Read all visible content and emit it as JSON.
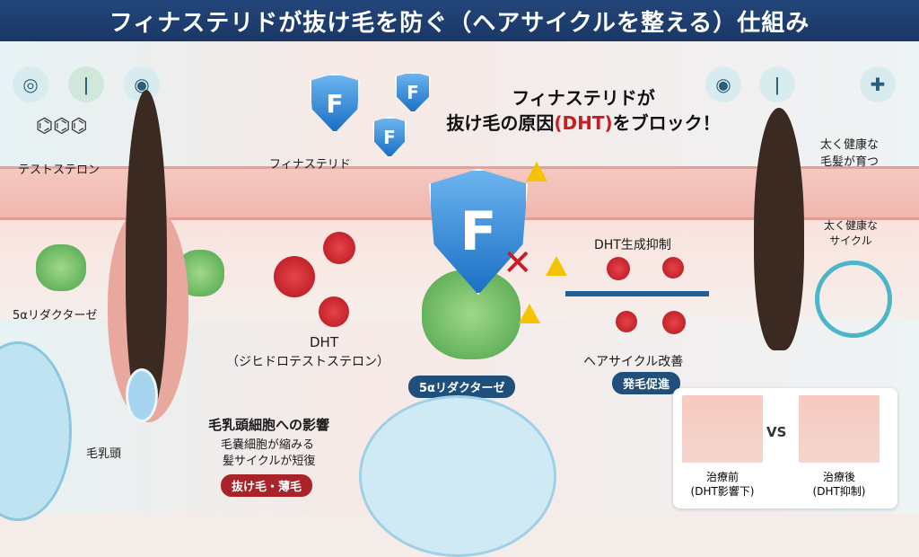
{
  "title": "フィナステリドが抜け毛を防ぐ（ヘアサイクルを整える）仕組み",
  "icons": [
    "brain-icon",
    "hair-follicle-icon",
    "cell-icon",
    "eye-icon",
    "hair-icon",
    "medicine-bottle-icon"
  ],
  "labels": {
    "testosterone": "テストステロン",
    "finasteride": "フィナステリド",
    "enzyme_left": "5αリダクターゼ",
    "dht": "DHT",
    "dht_full": "（ジヒドロテストステロン）",
    "effect_title": "毛乳頭細胞への影響",
    "effect_line1": "毛嚢細胞が縮みる",
    "effect_line2": "髪サイクルが短復",
    "result_badge": "抜け毛・薄毛",
    "papilla": "毛乳頭",
    "headline_1": "フィナステリドが",
    "headline_2a": "抜け毛の原因",
    "headline_2b": "(DHT)",
    "headline_2c": "をブロック！",
    "shield_letter": "F",
    "enzyme_center": "5αリダクターゼ",
    "dht_suppression": "DHT生成抑制",
    "hair_cycle_improve": "ヘアサイクル改善",
    "growth_badge": "発毛促進",
    "healthy_hair": "太く健康な\n毛髪が育つ",
    "healthy_cycle": "太く健康な\nサイクル",
    "vs": "VS",
    "before": "治療前",
    "before_sub": "(DHT影響下)",
    "after": "治療後",
    "after_sub": "(DHT抑制)"
  },
  "colors": {
    "title_bg": "#1f3f70",
    "accent_red": "#c81d24",
    "badge_red": "#a8232a",
    "badge_blue": "#1f4f7a",
    "shield_blue": "#1b6fc4"
  }
}
